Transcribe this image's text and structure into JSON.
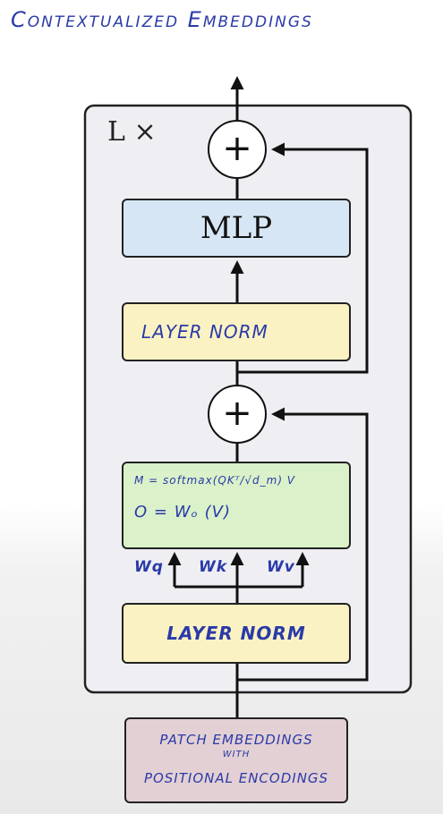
{
  "title": "Contextualized Embeddings",
  "repeat_label": "L ×",
  "blocks": {
    "mlp": "MLP",
    "layer_norm_top": "LAYER NORM",
    "attention_eq_1": "M = softmax(QKᵀ/√d_m) V",
    "attention_eq_2": "O = Wₒ (V)",
    "layer_norm_bottom": "LAYER NORM",
    "input_line1": "PATCH EMBEDDINGS",
    "input_line2": "WITH",
    "input_line3": "POSITIONAL ENCODINGS"
  },
  "add_symbol": "+",
  "projections": {
    "wq": "Wq",
    "wk": "Wk",
    "wv": "Wv"
  },
  "colors": {
    "mlp": "#d7e6f4",
    "layer_norm": "#fbf2c3",
    "attention": "#daf1c9",
    "input": "#e3d0d4",
    "container": "#efeff3",
    "handwriting": "#2a3aa8"
  }
}
